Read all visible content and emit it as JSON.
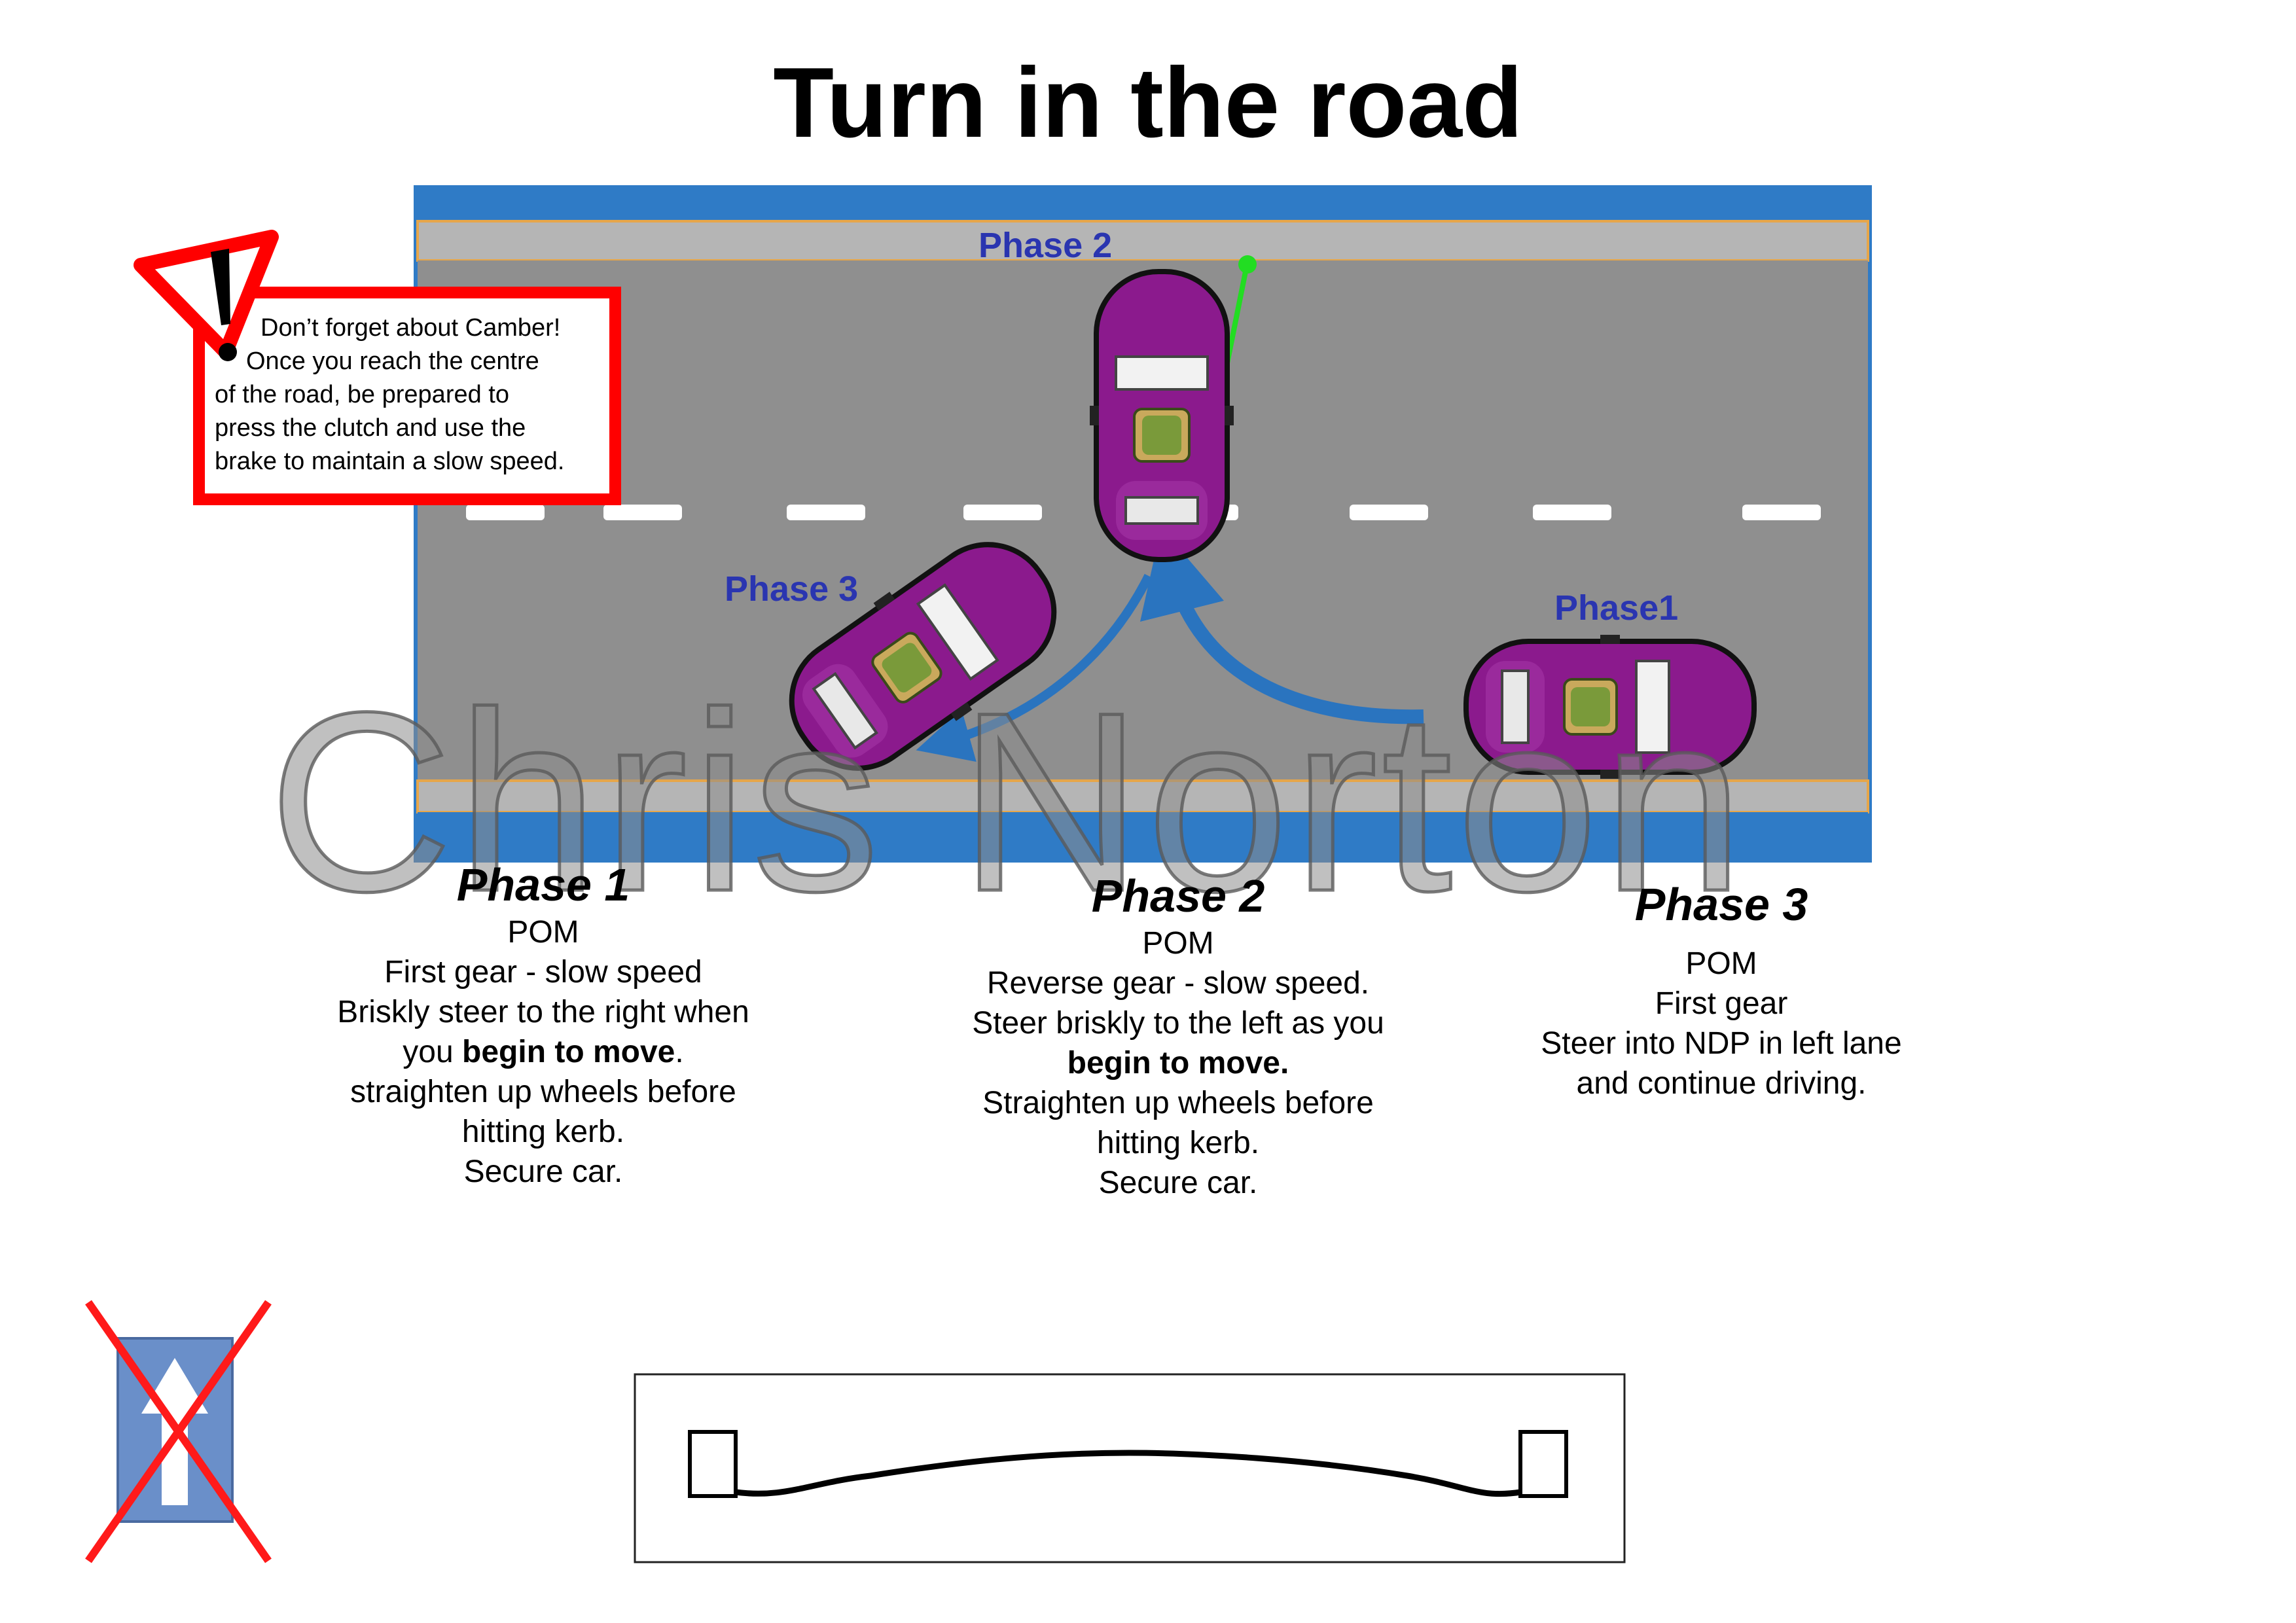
{
  "title": "Turn in the road",
  "watermark": "Chris Norton",
  "road_labels": {
    "phase1": "Phase1",
    "phase2": "Phase 2",
    "phase3": "Phase 3"
  },
  "camber_warning": {
    "lines": [
      "Don’t forget about Camber!",
      "Once you reach the centre",
      "of the road, be prepared to",
      "press the clutch and use the",
      "brake to maintain a slow speed."
    ]
  },
  "phases": [
    {
      "heading": "Phase 1",
      "l1": "POM",
      "l2": "First gear - slow speed",
      "l3": "Briskly steer to the right when",
      "l4a": "you ",
      "l4b": "begin to move",
      "l4c": ".",
      "l5": "straighten up wheels before",
      "l6": "hitting kerb.",
      "l7": "Secure car."
    },
    {
      "heading": "Phase 2",
      "l1": "POM",
      "l2": "Reverse gear - slow speed.",
      "l3": "Steer briskly to the left as you",
      "l4": "begin to move.",
      "l5": "Straighten up wheels before",
      "l6": "hitting kerb.",
      "l7": "Secure car."
    },
    {
      "heading": "Phase 3",
      "l1": "POM",
      "l2": "First gear",
      "l3": "Steer into NDP in left lane",
      "l4": "and continue driving."
    }
  ],
  "colors": {
    "road": "#8f8f8f",
    "kerb_blue": "#2f7bc6",
    "pavement": "#b5b5b5",
    "car": "#8b1a8d",
    "label_blue": "#2a35b0",
    "warning_red": "#ff0000",
    "arrow_blue": "#2a74bf",
    "sign_blue": "#6a8fc9"
  },
  "icons": {
    "warning": "warning-exclamation-icon",
    "sign": "one-way-sign-crossed-icon",
    "camber": "road-camber-cross-section-icon"
  }
}
